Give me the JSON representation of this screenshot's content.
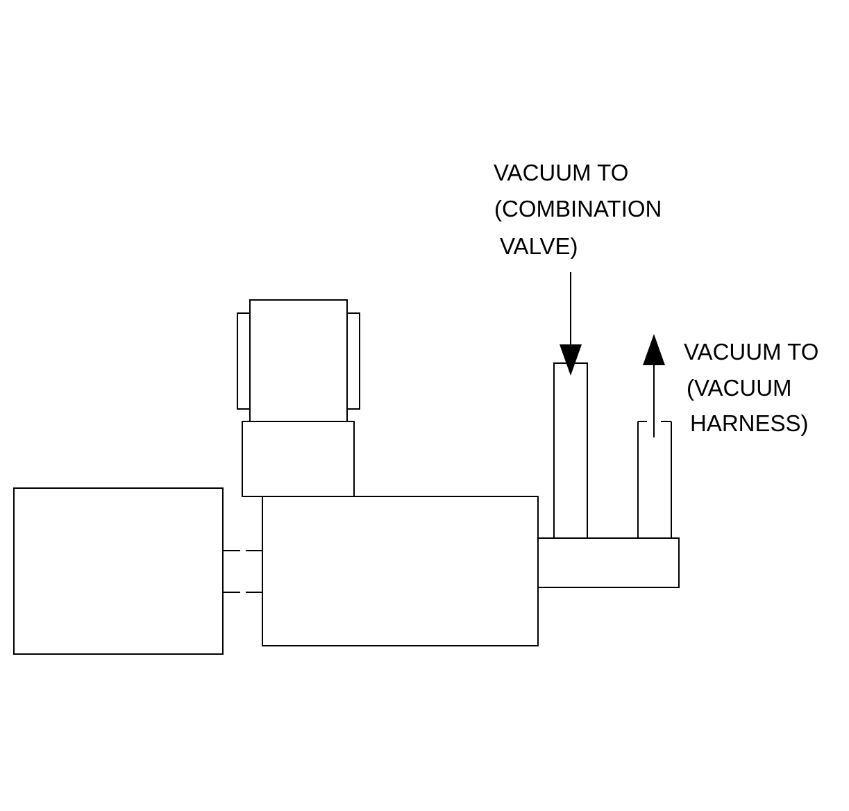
{
  "labels": {
    "combination_valve": {
      "line1": "VACUUM TO",
      "line2": "(COMBINATION",
      "line3": "VALVE)"
    },
    "vacuum_harness": {
      "line1": "VACUUM TO",
      "line2": "(VACUUM",
      "line3": "HARNESS)"
    }
  },
  "colors": {
    "line": "#000000",
    "background": "#ffffff"
  }
}
